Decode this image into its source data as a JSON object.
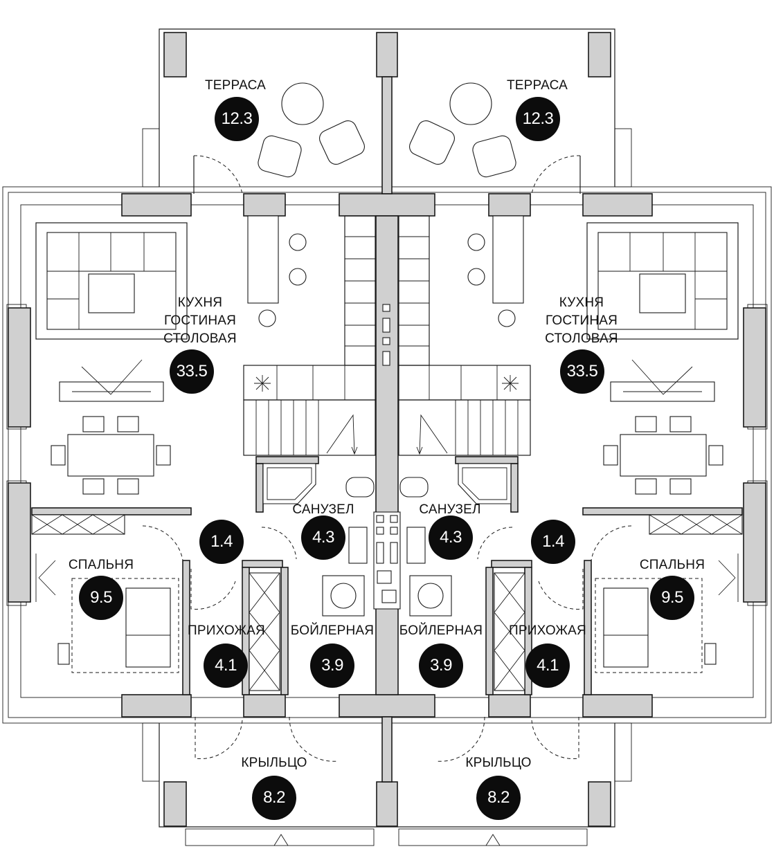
{
  "rooms": {
    "terrace_left": {
      "name": "ТЕРРАСА",
      "area": "12.3"
    },
    "terrace_right": {
      "name": "ТЕРРАСА",
      "area": "12.3"
    },
    "living_left": {
      "name_line1": "КУХНЯ",
      "name_line2": "ГОСТИНАЯ",
      "name_line3": "СТОЛОВАЯ",
      "area": "33.5"
    },
    "living_right": {
      "name_line1": "КУХНЯ",
      "name_line2": "ГОСТИНАЯ",
      "name_line3": "СТОЛОВАЯ",
      "area": "33.5"
    },
    "corridor_left": {
      "area": "1.4"
    },
    "corridor_right": {
      "area": "1.4"
    },
    "bathroom_left": {
      "name": "САНУЗЕЛ",
      "area": "4.3"
    },
    "bathroom_right": {
      "name": "САНУЗЕЛ",
      "area": "4.3"
    },
    "bedroom_left": {
      "name": "СПАЛЬНЯ",
      "area": "9.5"
    },
    "bedroom_right": {
      "name": "СПАЛЬНЯ",
      "area": "9.5"
    },
    "hall_left": {
      "name": "ПРИХОЖАЯ",
      "area": "4.1"
    },
    "hall_right": {
      "name": "ПРИХОЖАЯ",
      "area": "4.1"
    },
    "boiler_left": {
      "name": "БОЙЛЕРНАЯ",
      "area": "3.9"
    },
    "boiler_right": {
      "name": "БОЙЛЕРНАЯ",
      "area": "3.9"
    },
    "porch_left": {
      "name": "КРЫЛЬЦО",
      "area": "8.2"
    },
    "porch_right": {
      "name": "КРЫЛЬЦО",
      "area": "8.2"
    }
  },
  "colors": {
    "wall_fill": "#d0d0d0",
    "line": "#1a1a1a",
    "badge": "#0c0c0c",
    "badge_text": "#ffffff"
  }
}
